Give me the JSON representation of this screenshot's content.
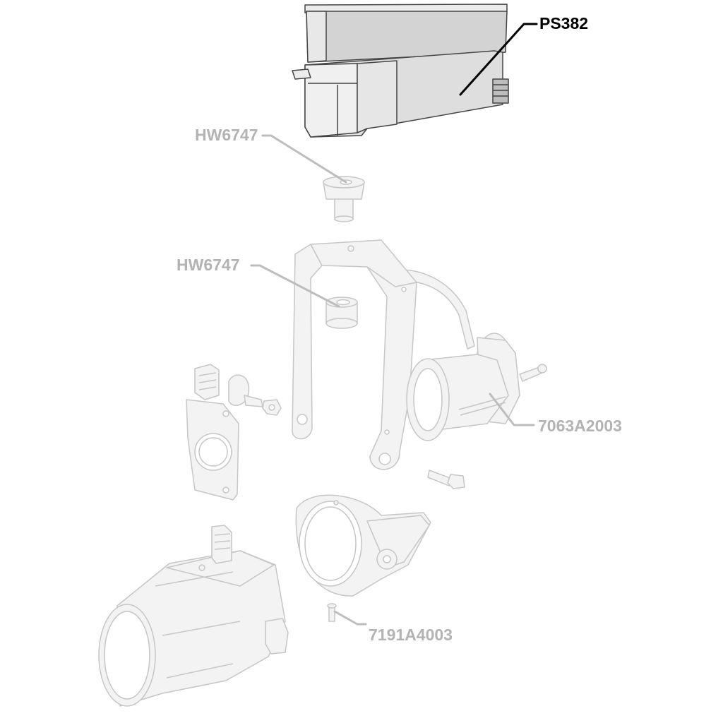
{
  "labels": {
    "ps382": "PS382",
    "hw6747_top": "HW6747",
    "hw6747_mid": "HW6747",
    "p7063a2003": "7063A2003",
    "p7191a4003": "7191A4003"
  },
  "colors": {
    "highlight_label": "#000000",
    "dim_label": "#b3b3b3",
    "highlight_part_fill": "#dcdcdc",
    "highlight_part_stroke": "#444444",
    "ghost_fill": "#f3f3f3",
    "ghost_stroke": "#c6c6c6"
  }
}
